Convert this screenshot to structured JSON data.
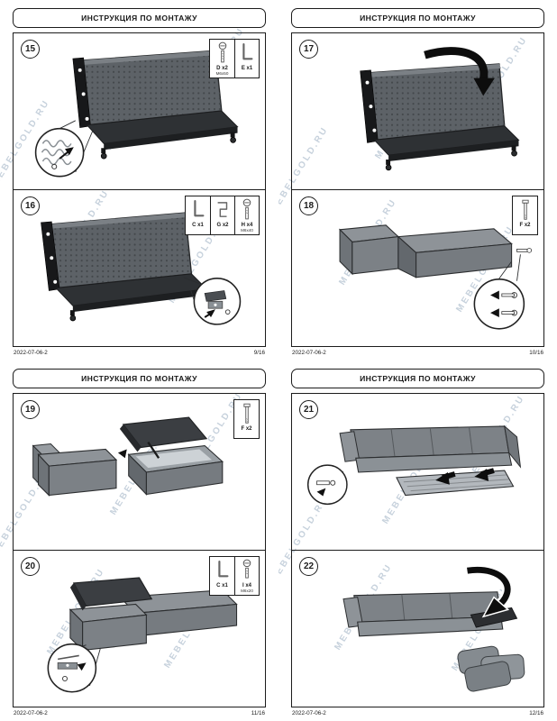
{
  "watermark": "MEBELGOLD.RU",
  "pages": [
    {
      "title": "ИНСТРУКЦИЯ ПО МОНТАЖУ",
      "footer": {
        "date": "2022-07-06-2",
        "page": "9/16"
      },
      "steps": [
        {
          "number": "15",
          "hardware": [
            {
              "icon": "bolt",
              "label": "D x2",
              "sub": "M6x50"
            },
            {
              "icon": "allen-key",
              "label": "E x1",
              "sub": ""
            }
          ]
        },
        {
          "number": "16",
          "hardware": [
            {
              "icon": "allen-key",
              "label": "C x1",
              "sub": ""
            },
            {
              "icon": "bracket",
              "label": "G x2",
              "sub": ""
            },
            {
              "icon": "bolt",
              "label": "H x4",
              "sub": "M6x40"
            }
          ]
        }
      ]
    },
    {
      "title": "ИНСТРУКЦИЯ ПО МОНТАЖУ",
      "footer": {
        "date": "2022-07-06-2",
        "page": "10/16"
      },
      "steps": [
        {
          "number": "17",
          "hardware": []
        },
        {
          "number": "18",
          "hardware": [
            {
              "icon": "long-bolt",
              "label": "F x2",
              "sub": ""
            }
          ]
        }
      ]
    },
    {
      "title": "ИНСТРУКЦИЯ ПО МОНТАЖУ",
      "footer": {
        "date": "2022-07-06-2",
        "page": "11/16"
      },
      "steps": [
        {
          "number": "19",
          "hardware": [
            {
              "icon": "long-bolt",
              "label": "F x2",
              "sub": ""
            }
          ]
        },
        {
          "number": "20",
          "hardware": [
            {
              "icon": "allen-key",
              "label": "C x1",
              "sub": ""
            },
            {
              "icon": "bolt",
              "label": "I x4",
              "sub": "M6x20"
            }
          ]
        }
      ]
    },
    {
      "title": "ИНСТРУКЦИЯ ПО МОНТАЖУ",
      "footer": {
        "date": "2022-07-06-2",
        "page": "12/16"
      },
      "steps": [
        {
          "number": "21",
          "hardware": []
        },
        {
          "number": "22",
          "hardware": []
        }
      ]
    }
  ]
}
